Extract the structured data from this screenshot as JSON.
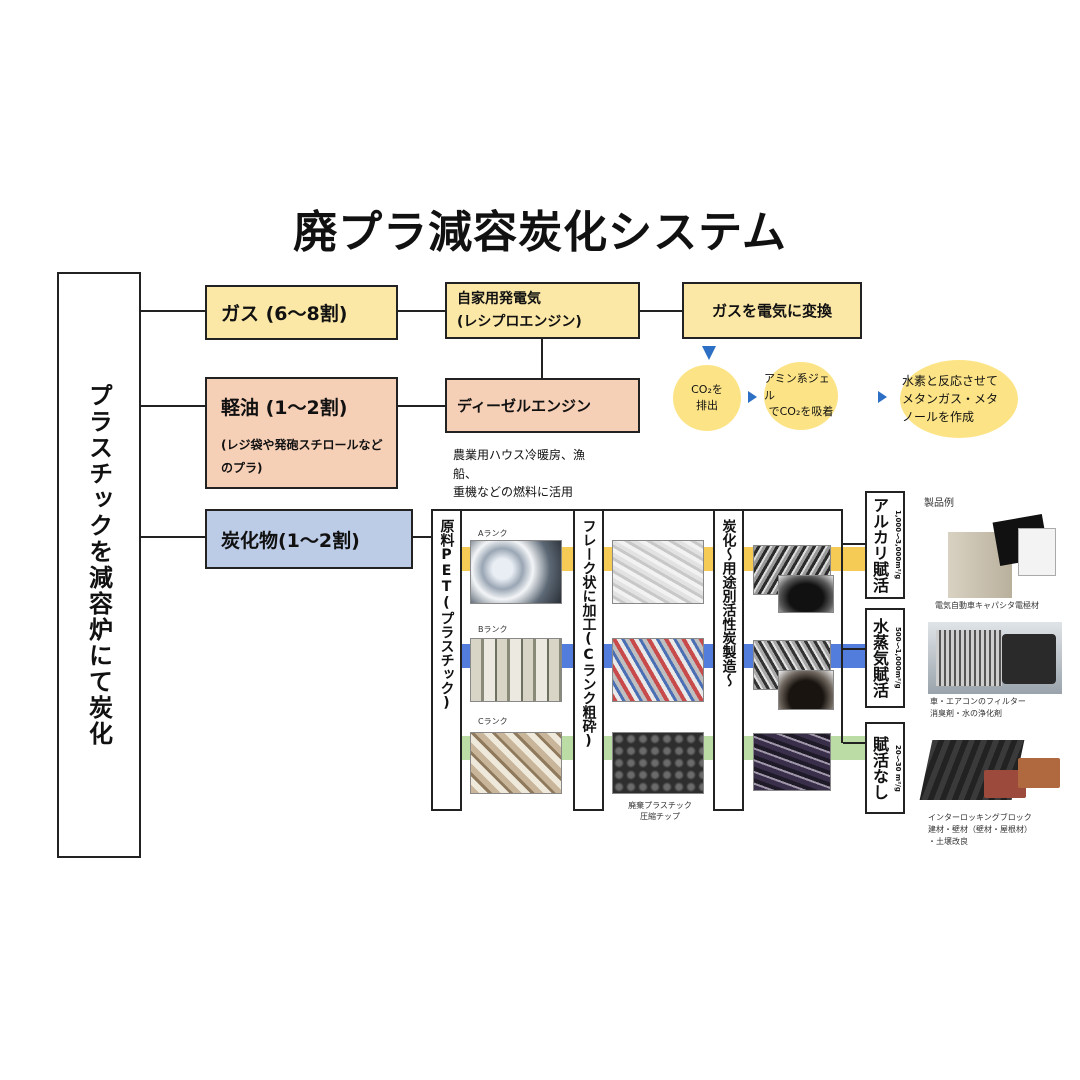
{
  "title": "廃プラ減容炭化システム",
  "left_box": "プラスチックを減容炉にて炭化",
  "outputs": {
    "gas": "ガス (6〜8割)",
    "oil": "軽油 (1〜2割)",
    "oil_note": "(レジ袋や発砲スチロールなどのプラ)",
    "char": "炭化物(1〜2割)"
  },
  "gas_use": {
    "line1": "自家用発電気",
    "line2": "(レシプロエンジン)"
  },
  "gas_to_power": "ガスを電気に変換",
  "diesel": "ディーゼルエンジン",
  "diesel_note": {
    "line1": "農業用ハウス冷暖房、漁",
    "line2": "船、",
    "line3": "重機などの燃料に活用"
  },
  "co2_flow": {
    "step1": {
      "line1": "CO₂を",
      "line2": "排出"
    },
    "step2": {
      "line1": "アミン系ジェル",
      "line2": "でCO₂を吸着"
    },
    "step3": {
      "line1": "水素と反応させて",
      "line2": "メタンガス・メタ",
      "line3": "ノールを作成"
    }
  },
  "process": {
    "raw": "原料PET(プラスチック)",
    "flake": "フレーク状に加工(Cランク粗砕)",
    "carbonize": "炭化〜用途別活性炭製造〜",
    "ranks": [
      "Aランク",
      "Bランク",
      "Cランク"
    ],
    "chip_note": {
      "line1": "廃棄プラスチック",
      "line2": "圧縮チップ"
    }
  },
  "activation": {
    "alkali": "アルカリ賦活",
    "alkali_spec": "1,000〜3,000m²/g",
    "steam": "水蒸気賦活",
    "steam_spec": "500〜1,000m²/g",
    "none": "賦活なし",
    "none_spec": "20〜30 m²/g"
  },
  "products": {
    "header": "製品例",
    "p1": "電気自動車キャパシタ電極材",
    "p2": {
      "line1": "車・エアコンのフィルター",
      "line2": "消臭剤・水の浄化剤"
    },
    "p3": {
      "line1": "インターロッキングブロック",
      "line2": "建材・壁材（壁材・屋根材）",
      "line3": "・土壌改良"
    }
  },
  "colors": {
    "yellow": "#fbe7a6",
    "peach": "#f6cfb7",
    "blue": "#bccbe6",
    "band_yellow": "#f5c542",
    "band_blue": "#3f6fd8",
    "band_green": "#b4d89a",
    "circle": "#fce486",
    "arrow": "#2d6fc4"
  }
}
